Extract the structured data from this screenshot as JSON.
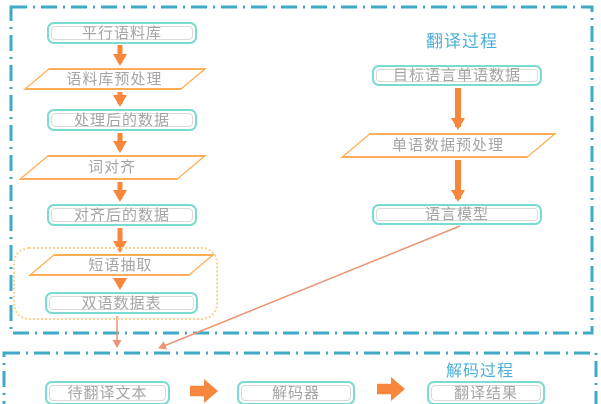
{
  "translation_section": {
    "title": "翻译过程",
    "corpus_flow": {
      "parallel_corpus": "平行语料库",
      "corpus_preprocessing": "语料库预处理",
      "processed_data": "处理后的数据",
      "word_alignment": "词对齐",
      "aligned_data": "对齐后的数据",
      "phrase_extraction": "短语抽取",
      "bilingual_data_table": "双语数据表"
    },
    "model_flow": {
      "target_monolingual_data": "目标语言单语数据",
      "monolingual_preprocessing": "单语数据预处理",
      "language_model": "语言模型"
    }
  },
  "decoding_section": {
    "title": "解码过程",
    "flow": {
      "text_to_translate": "待翻译文本",
      "decoder": "解码器",
      "translation_result": "翻译结果"
    }
  },
  "colors": {
    "process_box_border": "#7ADBD2",
    "data_shape_border": "#FFAE57",
    "arrow": "#F6873C",
    "thin_arrow": "#EC9474",
    "section_border": "#3FA9C8",
    "section_title_text": "#4AAFD7",
    "node_text": "#A4A4A4",
    "group_dotted_border": "#FFD18C",
    "background": "#FFFFFF"
  }
}
